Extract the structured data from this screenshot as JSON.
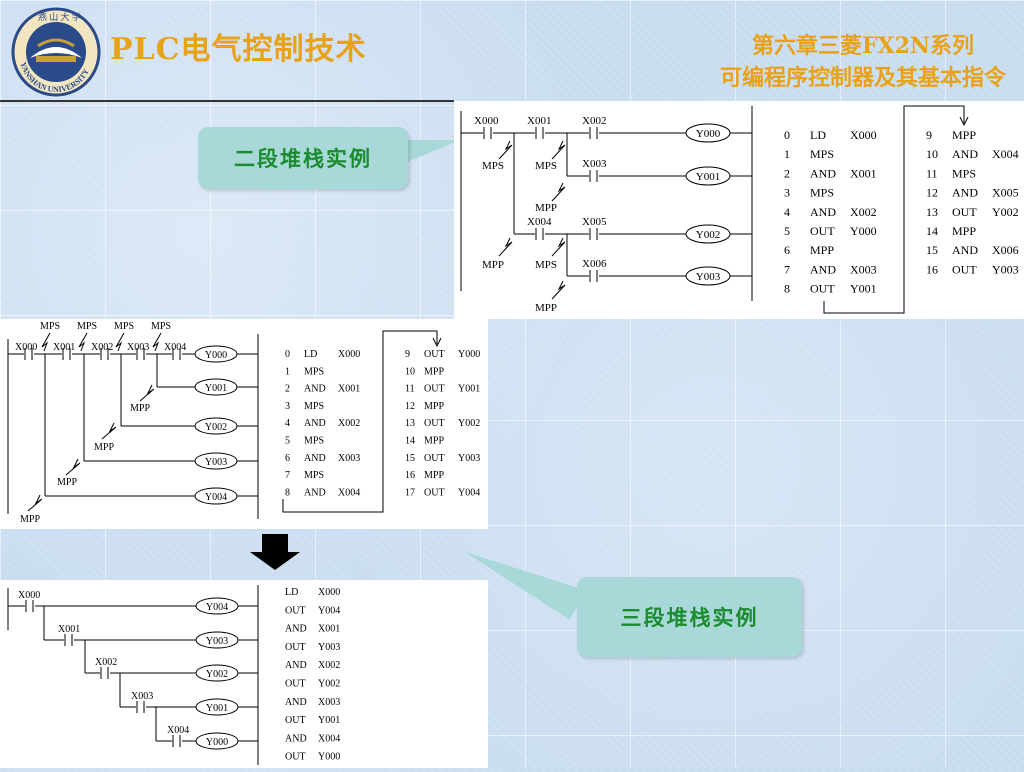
{
  "header": {
    "logo_text": "YANSHAN UNIVERSITY",
    "title_left": "PLC电气控制技术",
    "title_right_line1": "第六章三菱FX2N系列",
    "title_right_line2": "可编程序控制器及其基本指令"
  },
  "callouts": {
    "two_level": "二段堆栈实例",
    "three_level": "三段堆栈实例"
  },
  "diagram1": {
    "contacts": [
      "X000",
      "X001",
      "X002",
      "X003",
      "X004",
      "X005",
      "X006"
    ],
    "coils": [
      "Y000",
      "Y001",
      "Y002",
      "Y003"
    ],
    "stack_labels": [
      "MPS",
      "MPS",
      "MPP",
      "MPP",
      "MPS",
      "MPP"
    ],
    "program_left": [
      {
        "n": "0",
        "op": "LD",
        "arg": "X000"
      },
      {
        "n": "1",
        "op": "MPS",
        "arg": ""
      },
      {
        "n": "2",
        "op": "AND",
        "arg": "X001"
      },
      {
        "n": "3",
        "op": "MPS",
        "arg": ""
      },
      {
        "n": "4",
        "op": "AND",
        "arg": "X002"
      },
      {
        "n": "5",
        "op": "OUT",
        "arg": "Y000"
      },
      {
        "n": "6",
        "op": "MPP",
        "arg": ""
      },
      {
        "n": "7",
        "op": "AND",
        "arg": "X003"
      },
      {
        "n": "8",
        "op": "OUT",
        "arg": "Y001"
      }
    ],
    "program_right": [
      {
        "n": "9",
        "op": "MPP",
        "arg": ""
      },
      {
        "n": "10",
        "op": "AND",
        "arg": "X004"
      },
      {
        "n": "11",
        "op": "MPS",
        "arg": ""
      },
      {
        "n": "12",
        "op": "AND",
        "arg": "X005"
      },
      {
        "n": "13",
        "op": "OUT",
        "arg": "Y002"
      },
      {
        "n": "14",
        "op": "MPP",
        "arg": ""
      },
      {
        "n": "15",
        "op": "AND",
        "arg": "X006"
      },
      {
        "n": "16",
        "op": "OUT",
        "arg": "Y003"
      }
    ]
  },
  "diagram2": {
    "top_labels": [
      "MPS",
      "MPS",
      "MPS",
      "MPS"
    ],
    "contacts": [
      "X000",
      "X001",
      "X002",
      "X003",
      "X004"
    ],
    "coils": [
      "Y000",
      "Y001",
      "Y002",
      "Y003",
      "Y004"
    ],
    "mpp_labels": [
      "MPP",
      "MPP",
      "MPP",
      "MPP"
    ],
    "program_left": [
      {
        "n": "0",
        "op": "LD",
        "arg": "X000"
      },
      {
        "n": "1",
        "op": "MPS",
        "arg": ""
      },
      {
        "n": "2",
        "op": "AND",
        "arg": "X001"
      },
      {
        "n": "3",
        "op": "MPS",
        "arg": ""
      },
      {
        "n": "4",
        "op": "AND",
        "arg": "X002"
      },
      {
        "n": "5",
        "op": "MPS",
        "arg": ""
      },
      {
        "n": "6",
        "op": "AND",
        "arg": "X003"
      },
      {
        "n": "7",
        "op": "MPS",
        "arg": ""
      },
      {
        "n": "8",
        "op": "AND",
        "arg": "X004"
      }
    ],
    "program_right": [
      {
        "n": "9",
        "op": "OUT",
        "arg": "Y000"
      },
      {
        "n": "10",
        "op": "MPP",
        "arg": ""
      },
      {
        "n": "11",
        "op": "OUT",
        "arg": "Y001"
      },
      {
        "n": "12",
        "op": "MPP",
        "arg": ""
      },
      {
        "n": "13",
        "op": "OUT",
        "arg": "Y002"
      },
      {
        "n": "14",
        "op": "MPP",
        "arg": ""
      },
      {
        "n": "15",
        "op": "OUT",
        "arg": "Y003"
      },
      {
        "n": "16",
        "op": "MPP",
        "arg": ""
      },
      {
        "n": "17",
        "op": "OUT",
        "arg": "Y004"
      }
    ]
  },
  "diagram3": {
    "contacts": [
      "X000",
      "X001",
      "X002",
      "X003",
      "X004"
    ],
    "coils": [
      "Y004",
      "Y003",
      "Y002",
      "Y001",
      "Y000"
    ],
    "program": [
      {
        "op": "LD",
        "arg": "X000"
      },
      {
        "op": "OUT",
        "arg": "Y004"
      },
      {
        "op": "AND",
        "arg": "X001"
      },
      {
        "op": "OUT",
        "arg": "Y003"
      },
      {
        "op": "AND",
        "arg": "X002"
      },
      {
        "op": "OUT",
        "arg": "Y002"
      },
      {
        "op": "AND",
        "arg": "X003"
      },
      {
        "op": "OUT",
        "arg": "Y001"
      },
      {
        "op": "AND",
        "arg": "X004"
      },
      {
        "op": "OUT",
        "arg": "Y000"
      }
    ]
  },
  "colors": {
    "title": "#e8a21a",
    "callout_bg": "#a9d8d8",
    "callout_text": "#1b8c2f"
  }
}
